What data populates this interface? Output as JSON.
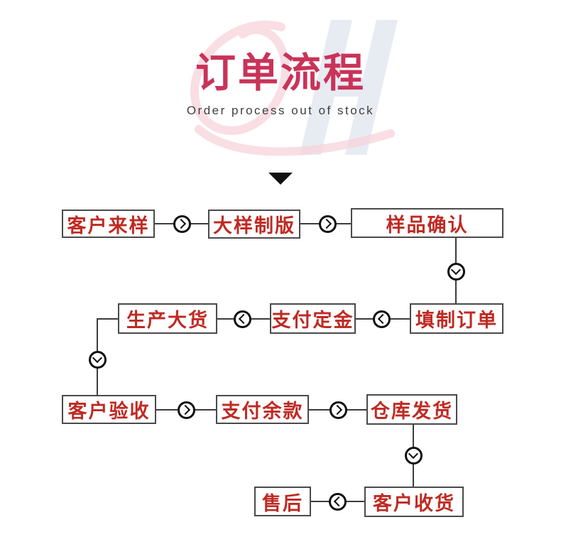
{
  "header": {
    "title": "订单流程",
    "subtitle": "Order process out of stock",
    "title_color": "#ca3359",
    "subtitle_color": "#3f3f3f"
  },
  "watermark": {
    "pink_color": "#f7d3db",
    "blue_color": "#e7ebf2"
  },
  "flow": {
    "box_text_color": "#bf2a23",
    "box_border_color": "#4a4a4a",
    "line_color": "#3c3c3c",
    "nodes": [
      {
        "id": "customer-sample",
        "label": "客户来样"
      },
      {
        "id": "proof-plate-making",
        "label": "大样制版"
      },
      {
        "id": "sample-confirmation",
        "label": "样品确认"
      },
      {
        "id": "fill-order",
        "label": "填制订单"
      },
      {
        "id": "pay-deposit",
        "label": "支付定金"
      },
      {
        "id": "bulk-production",
        "label": "生产大货"
      },
      {
        "id": "customer-acceptance",
        "label": "客户验收"
      },
      {
        "id": "pay-balance",
        "label": "支付余款"
      },
      {
        "id": "warehouse-shipping",
        "label": "仓库发货"
      },
      {
        "id": "customer-receipt",
        "label": "客户收货"
      },
      {
        "id": "after-sales",
        "label": "售后"
      }
    ]
  }
}
